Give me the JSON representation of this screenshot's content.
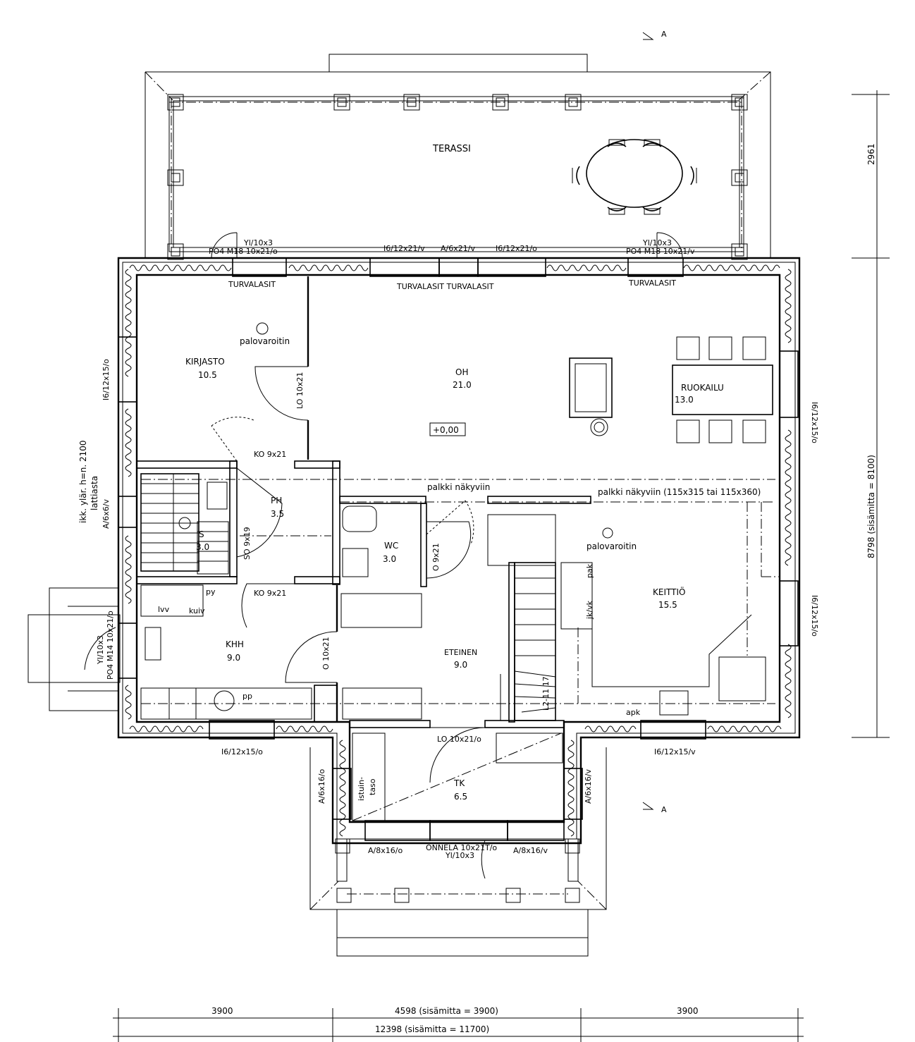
{
  "rooms": {
    "terassi": {
      "name": "TERASSI"
    },
    "kirjasto": {
      "name": "KIRJASTO",
      "area": "10.5"
    },
    "oh": {
      "name": "OH",
      "area": "21.0"
    },
    "ruokailu": {
      "name": "RUOKAILU",
      "area": "13.0"
    },
    "ph": {
      "name": "PH",
      "area": "3.5"
    },
    "s": {
      "name": "S",
      "area": "3.0"
    },
    "wc": {
      "name": "WC",
      "area": "3.0"
    },
    "keittio": {
      "name": "KEITTIÖ",
      "area": "15.5"
    },
    "khh": {
      "name": "KHH",
      "area": "9.0"
    },
    "eteinen": {
      "name": "ETEINEN",
      "area": "9.0"
    },
    "tk": {
      "name": "TK",
      "area": "6.5"
    }
  },
  "labels": {
    "level": "+0,00",
    "palovaroitin_1": "palovaroitin",
    "palovaroitin_2": "palovaroitin",
    "palkki_1": "palkki näkyviin",
    "palkki_2": "palkki näkyviin (115x315 tai 115x360)",
    "turvalasit_1": "TURVALASIT",
    "turvalasit_2": "TURVALASIT TURVALASIT",
    "turvalasit_3": "TURVALASIT",
    "lvv": "lvv",
    "kuiv": "kuiv",
    "py": "py",
    "pp": "pp",
    "pak": "pak",
    "jkvk": "jk/vk",
    "apk": "apk",
    "istuin": "istuin-",
    "taso": "taso",
    "stair": "L2-11 17",
    "ikk_1": "ikk. ylär. h=n. 2100",
    "ikk_2": "lattiasta",
    "section_top": "A",
    "section_bottom": "A"
  },
  "doors": {
    "yl_left_1": "Yl/10x3",
    "yl_left_2": "PO4 M18 10x21/o",
    "yl_right_1": "Yl/10x3",
    "yl_right_2": "PO4 M18 10x21/v",
    "top_w1": "I6/12x21/v",
    "top_d": "A/6x21/v",
    "top_w2": "I6/12x21/o",
    "lo_kirjasto": "LO 10x21",
    "ko_ph": "KO 9x21",
    "so": "SO 9x19",
    "ko_khh": "KO 9x21",
    "o_wc": "O 9x21",
    "o_khh": "O 10x21",
    "lo_tk": "LO 10x21/o",
    "left_w1": "I6/12x15/o",
    "left_w2": "A/6x6/v",
    "left_d1": "Yl/10x3",
    "left_d2": "PO4 M14 10x21/o",
    "right_w1": "I6/12x15/o",
    "right_w2": "I6/12x15/o",
    "bottom_left": "I6/12x15/o",
    "bottom_right": "I6/12x15/v",
    "tk_left": "A/6x16/o",
    "tk_right": "A/6x16/v",
    "entry_left": "A/8x16/o",
    "entry_right": "A/8x16/v",
    "entry_door_1": "ONNELA 10x21T/o",
    "entry_door_2": "Yl/10x3"
  },
  "dimensions": {
    "right_top": "2961",
    "right_main": "8798 (sisämitta = 8100)",
    "bottom_left": "3900",
    "bottom_mid": "4598 (sisämitta = 3900)",
    "bottom_right": "3900",
    "bottom_total": "12398 (sisämitta = 11700)"
  }
}
